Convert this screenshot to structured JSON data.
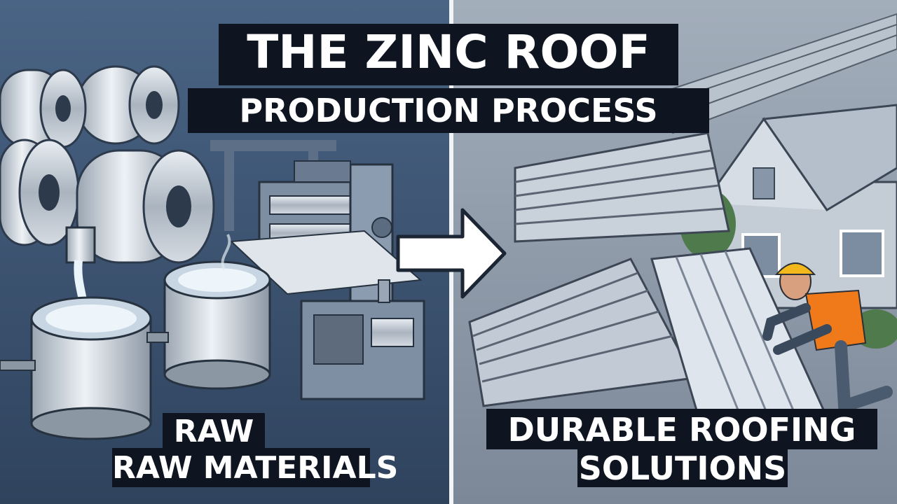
{
  "title": {
    "line1": "THE ZINC ROOF",
    "line2": "PRODUCTION PROCESS"
  },
  "left_panel": {
    "caption_line1": "RAW",
    "caption_line2": "RAW MATERIALS"
  },
  "right_panel": {
    "caption_line1": "DURABLE ROOFING",
    "caption_line2": "SOLUTIONS"
  },
  "icons": [
    "steel-coil-icon",
    "molten-zinc-vat-icon",
    "rolling-press-icon",
    "right-arrow-icon",
    "corrugated-sheet-stack-icon",
    "house-icon",
    "roofer-worker-icon"
  ],
  "colors": {
    "left_bg": "#3e5675",
    "right_bg": "#8e9aa8",
    "divider": "#f2f4f6",
    "label_bg": "#0e1420",
    "label_text": "#ffffff",
    "worker_vest": "#f07a1a",
    "hard_hat": "#f2b81c"
  }
}
